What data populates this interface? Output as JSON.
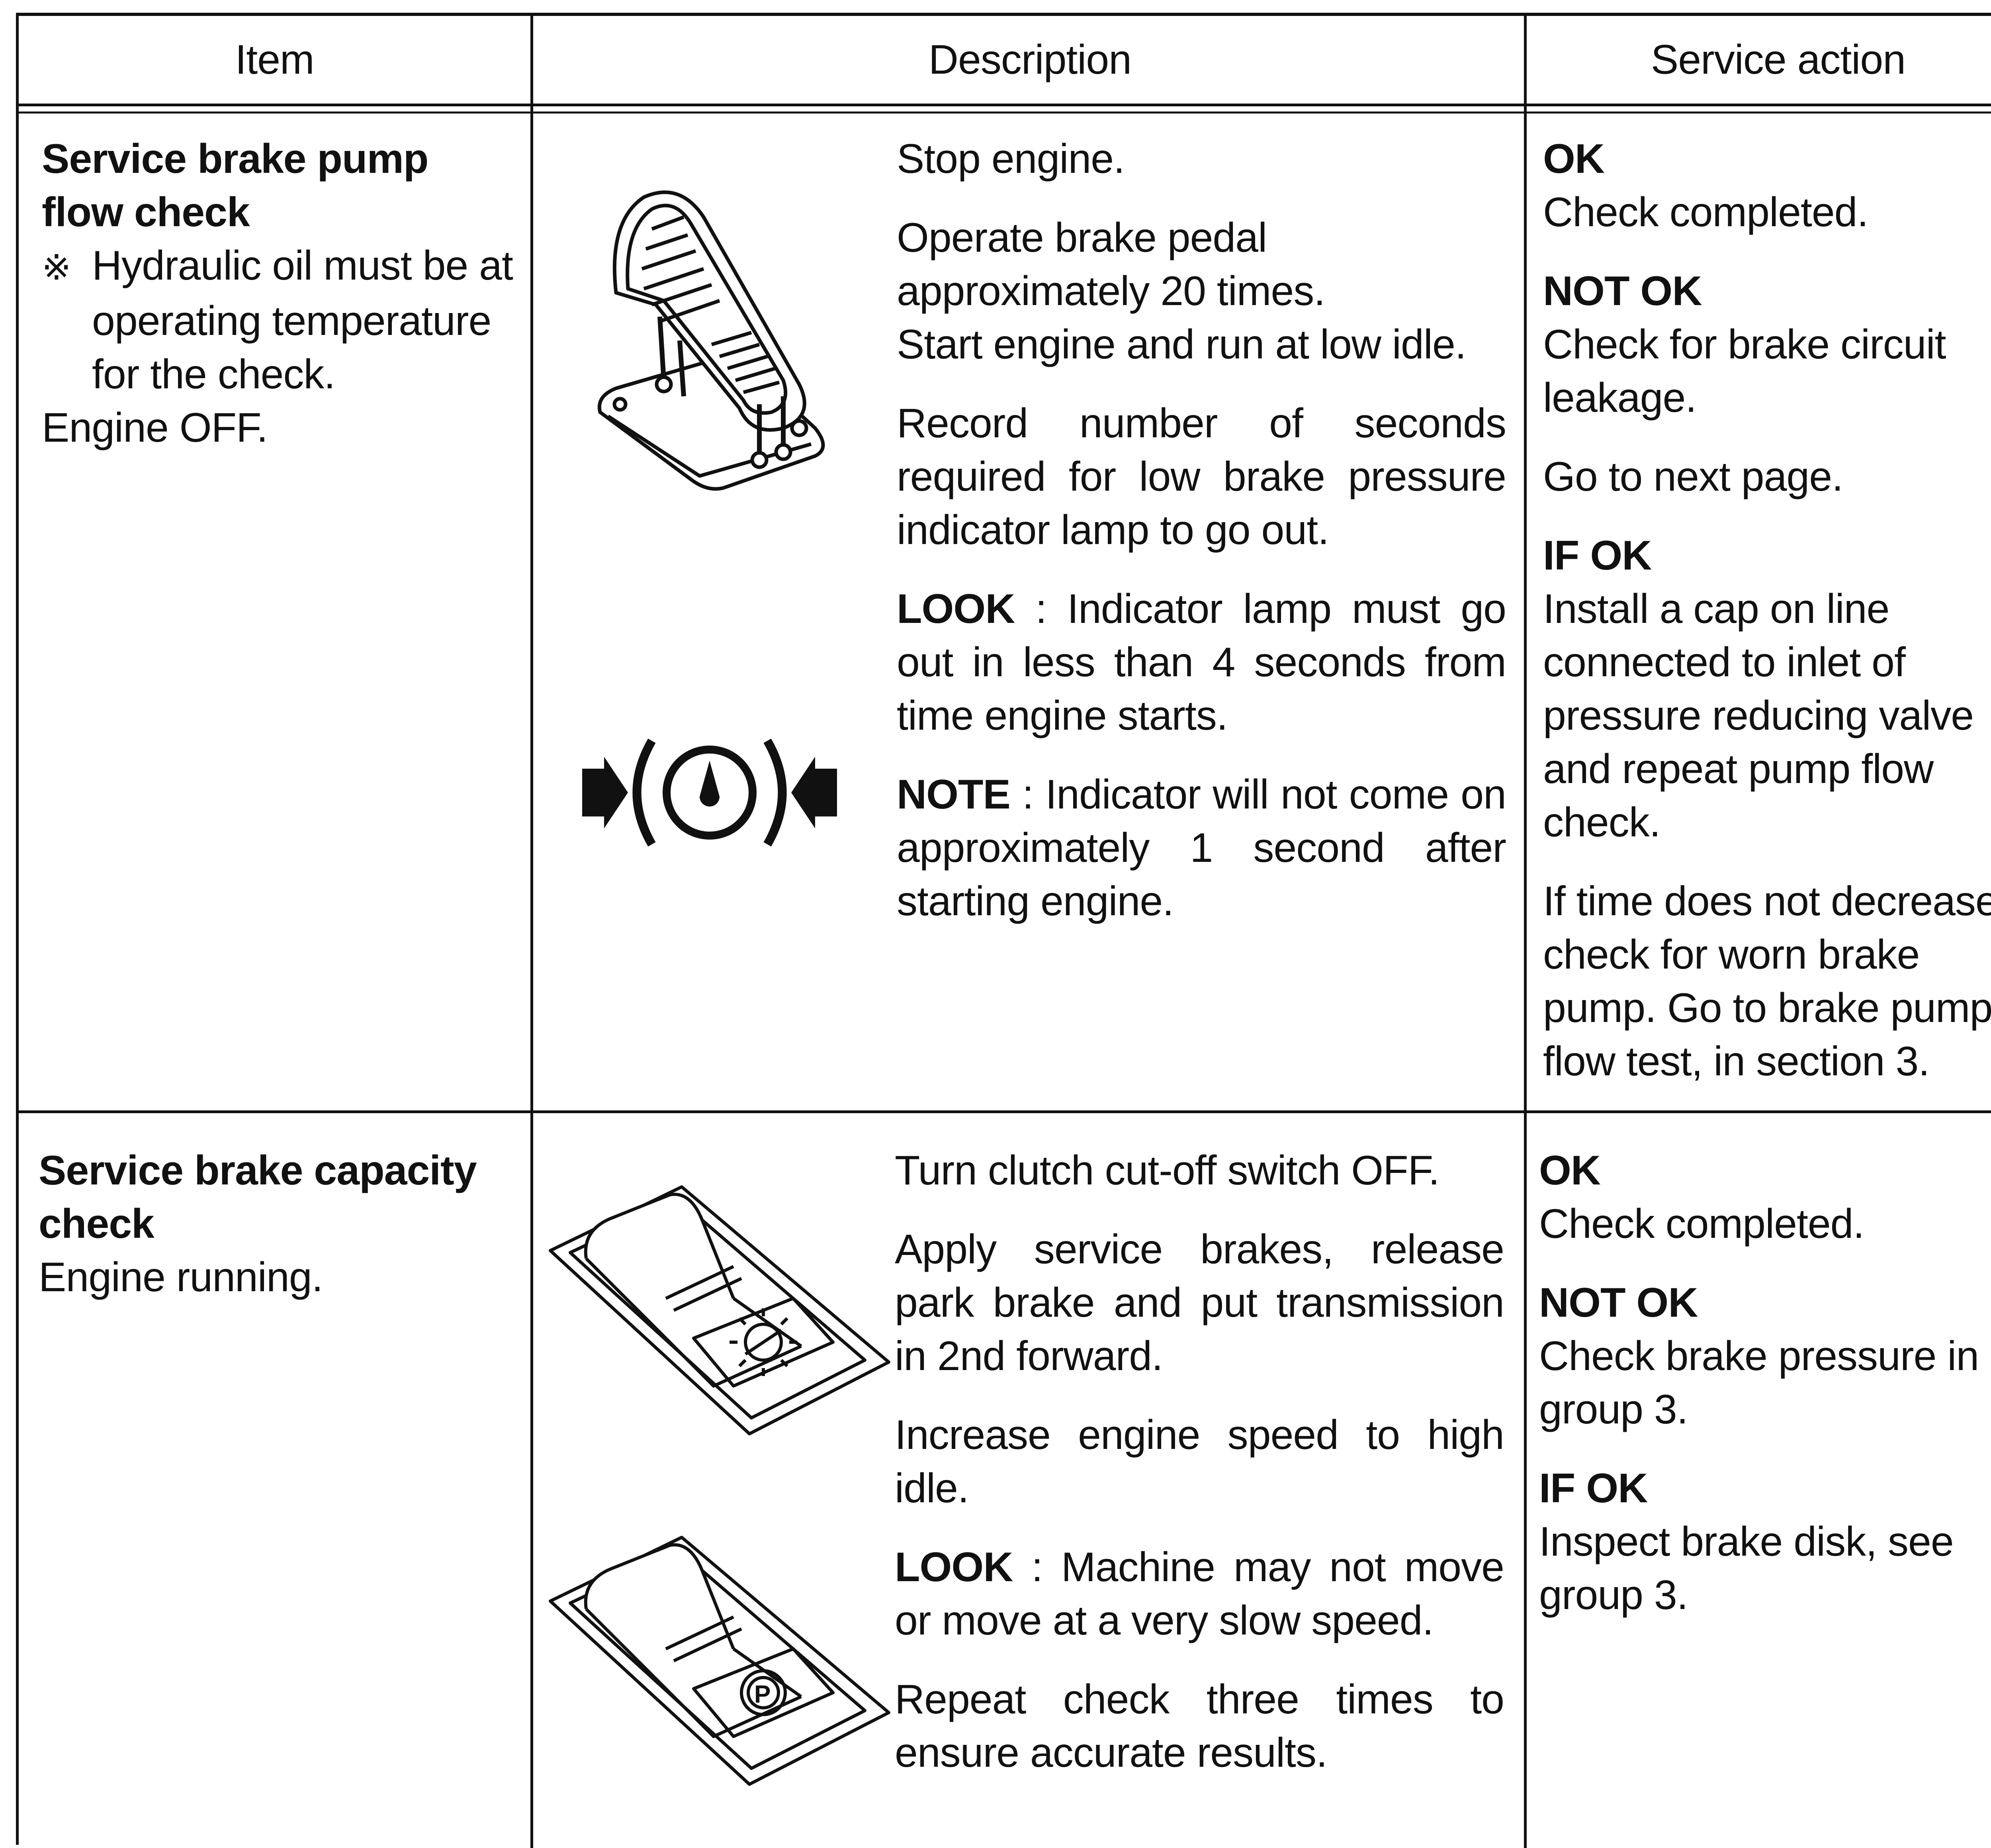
{
  "header": {
    "item": "Item",
    "description": "Description",
    "service_action": "Service action"
  },
  "rows": [
    {
      "item_title": "Service brake pump flow check",
      "item_note_mark": "※",
      "item_note": "Hydraulic oil must be at operating temperature for the check.",
      "item_condition": "Engine OFF.",
      "description": {
        "p1": "Stop engine.",
        "p2a": "Operate brake pedal approximately 20 times.",
        "p2b": "Start engine and run at low idle.",
        "p3": "Record number of seconds required for low brake pressure indicator lamp to go out.",
        "p4_label": "LOOK",
        "p4_text": ": Indicator lamp must go out in less than 4 seconds from time engine starts.",
        "p5_label": "NOTE",
        "p5_text": ": Indicator will not come on approximately 1 second after starting engine."
      },
      "service": {
        "ok_label": "OK",
        "ok_text": "Check completed.",
        "notok_label": "NOT OK",
        "notok_text": "Check for brake circuit leakage.",
        "next": "Go to next page.",
        "ifok_label": "IF OK",
        "ifok_text": "Install a cap on line connected to inlet of pressure reducing valve and repeat pump flow check.",
        "extra": "If time does not decrease, check for worn brake pump.   Go to brake pump flow test, in section 3."
      },
      "figures": [
        "brake-pedal-illustration",
        "low-brake-pressure-indicator-icon"
      ]
    },
    {
      "item_title": "Service brake capacity check",
      "item_condition": "Engine running.",
      "description": {
        "p1": "Turn clutch cut-off switch OFF.",
        "p2": "Apply service brakes, release park brake and put transmission in 2nd forward.",
        "p3": "Increase engine speed to high idle.",
        "p4_label": "LOOK",
        "p4_text": ": Machine may not move or move at a very slow speed.",
        "p5": "Repeat check three times to ensure accurate results."
      },
      "service": {
        "ok_label": "OK",
        "ok_text": "Check completed.",
        "notok_label": "NOT OK",
        "notok_text": "Check brake pressure in group 3.",
        "ifok_label": "IF OK",
        "ifok_text": "Inspect brake disk, see group 3."
      },
      "figures": [
        "clutch-cutoff-switch-illustration",
        "park-brake-switch-illustration"
      ]
    }
  ]
}
